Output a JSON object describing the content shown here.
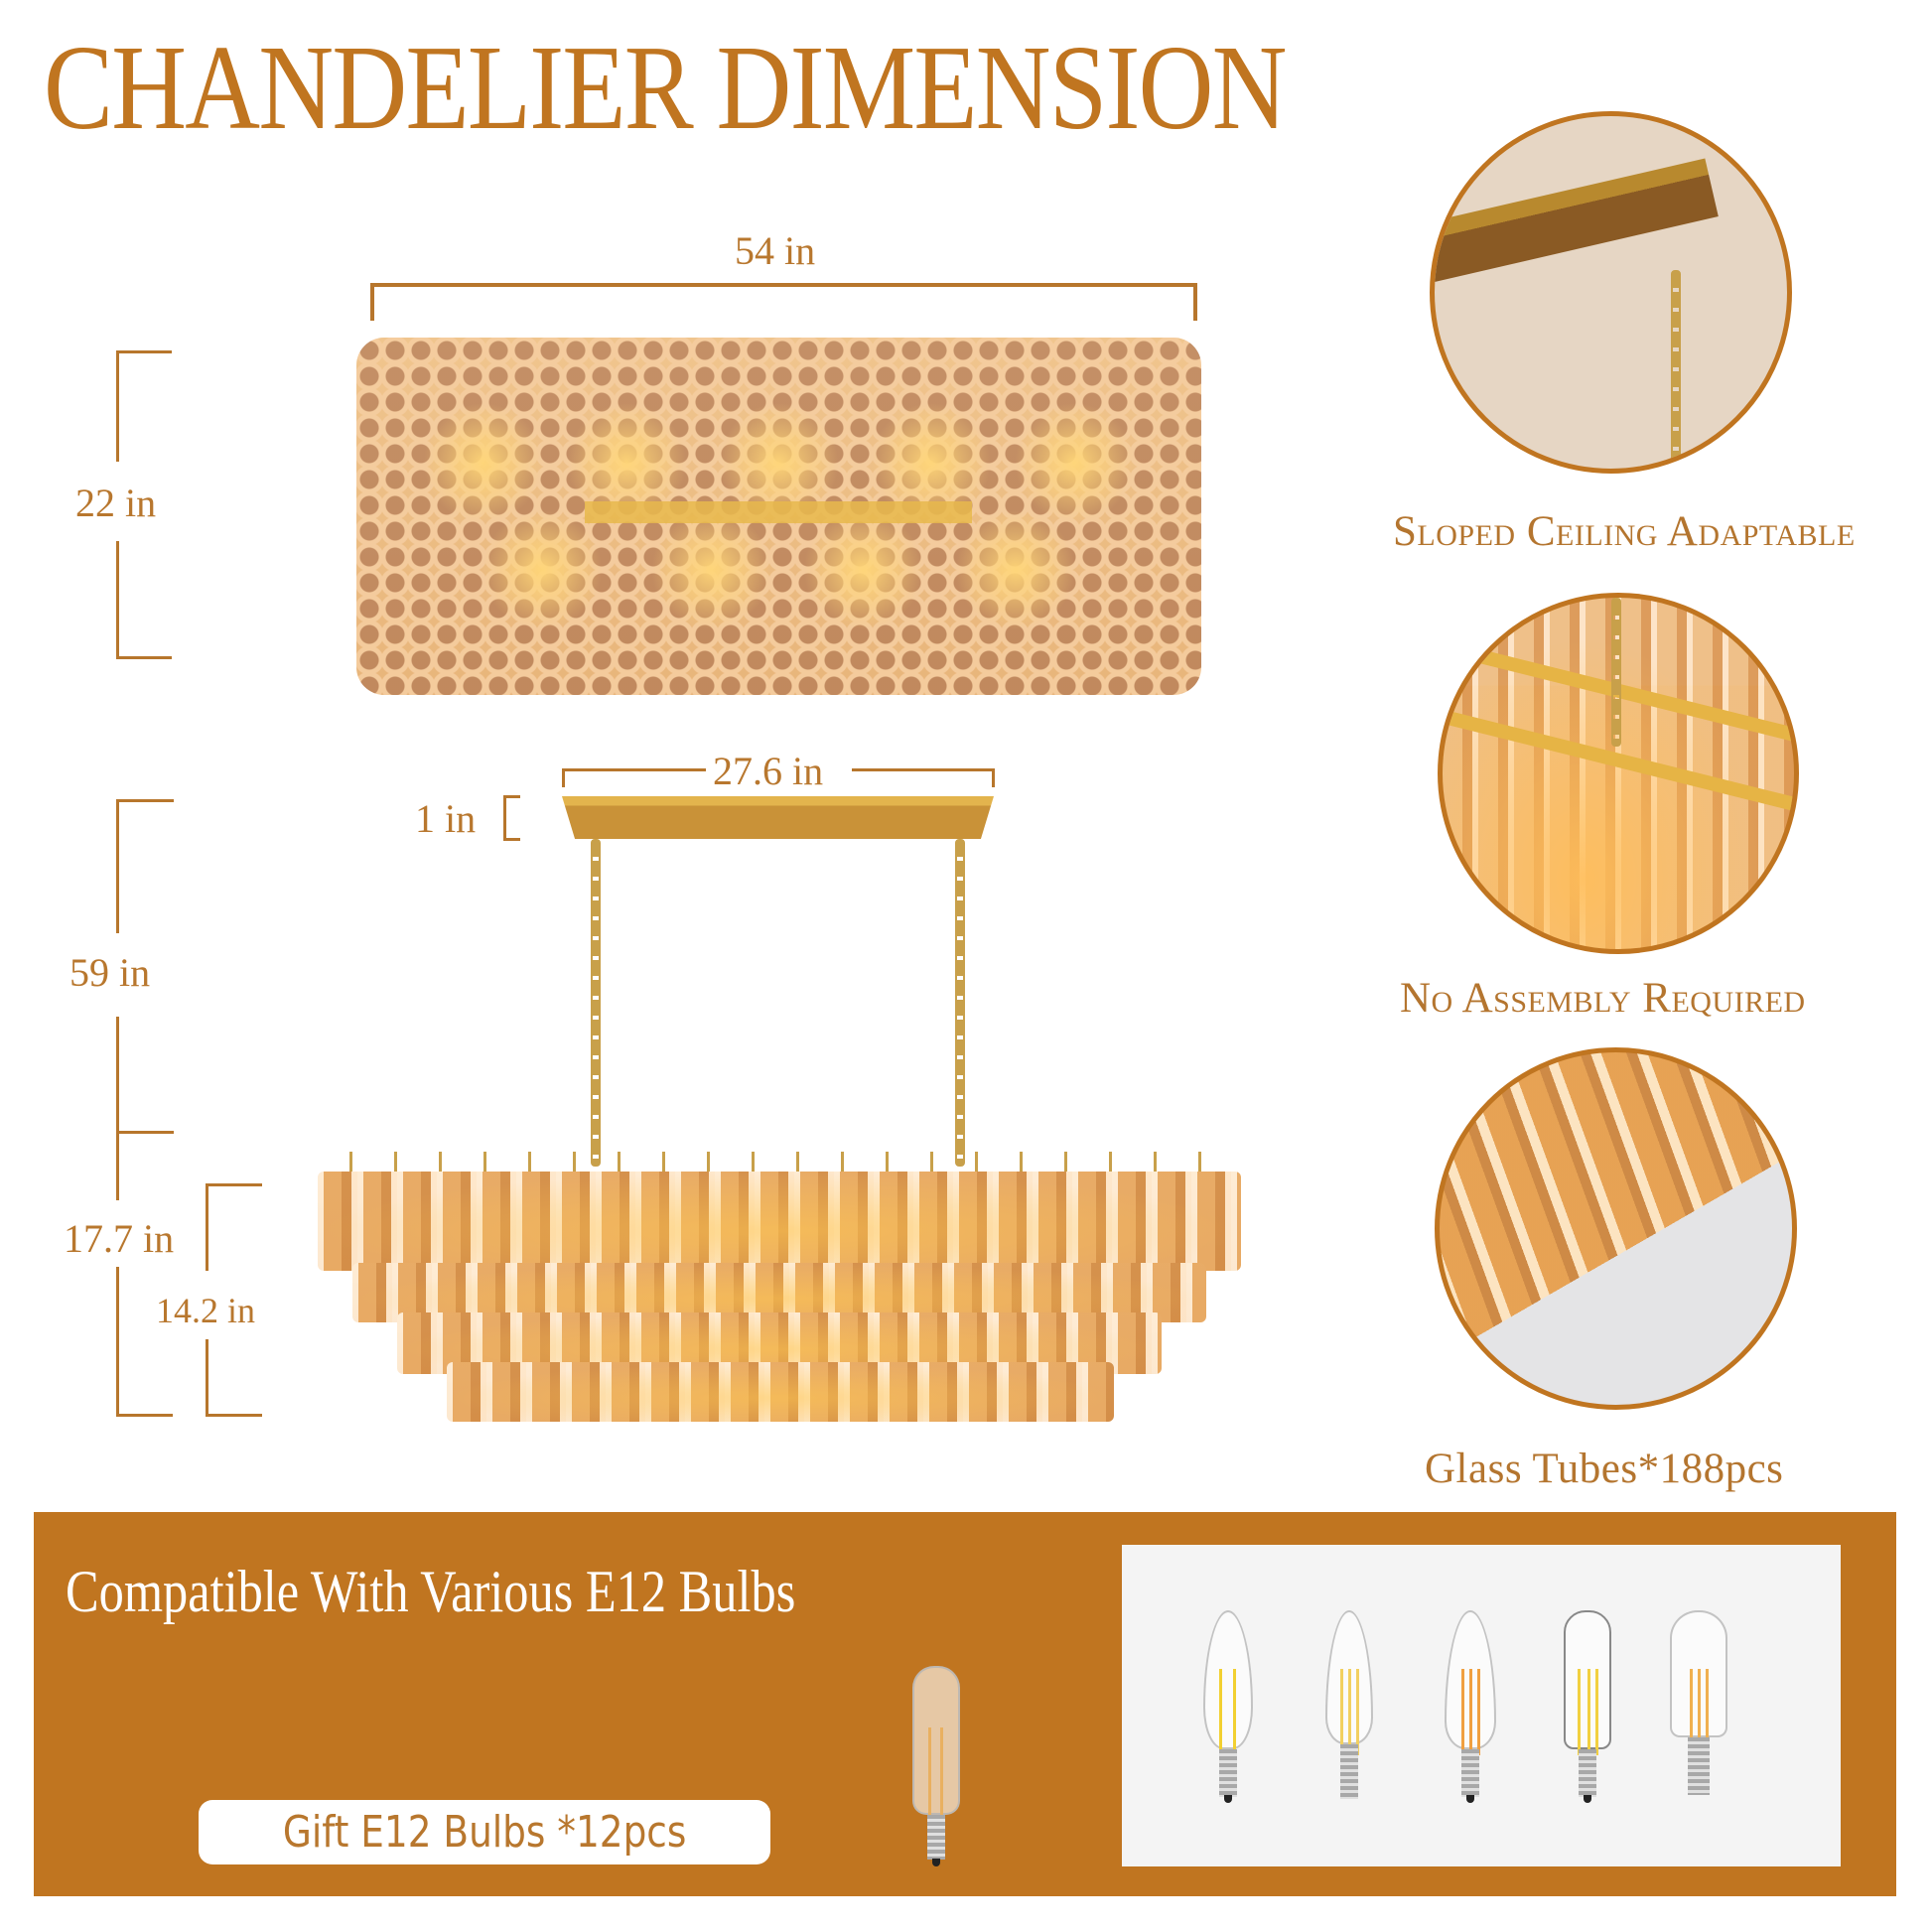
{
  "header": {
    "title": "CHANDELIER DIMENSION"
  },
  "top_view": {
    "width_label": "54 in",
    "height_label": "22 in"
  },
  "side_view": {
    "canopy_width_label": "27.6 in",
    "canopy_height_label": "1 in",
    "chain_height_label": "59 in",
    "total_body_height_label": "17.7 in",
    "tube_height_label": "14.2 in"
  },
  "features": [
    {
      "label": "Sloped Ceiling Adaptable",
      "icon": "sloped-ceiling-canopy-photo"
    },
    {
      "label": "No Assembly Required",
      "icon": "preassembled-frame-photo"
    },
    {
      "label": "Glass Tubes*188pcs",
      "icon": "glass-tubes-photo"
    }
  ],
  "banner": {
    "headline": "Compatible With Various E12 Bulbs",
    "gift_label": "Gift E12 Bulbs *12pcs",
    "bulb_types": [
      "flame-tip-candle",
      "candle",
      "candle-amber",
      "tubular-t6",
      "tubular-t8"
    ]
  },
  "colors": {
    "accent": "#C07520",
    "banner_bg": "#C07520",
    "text_on_banner": "#FFFFFF",
    "panel_bg": "#F4F4F4"
  }
}
